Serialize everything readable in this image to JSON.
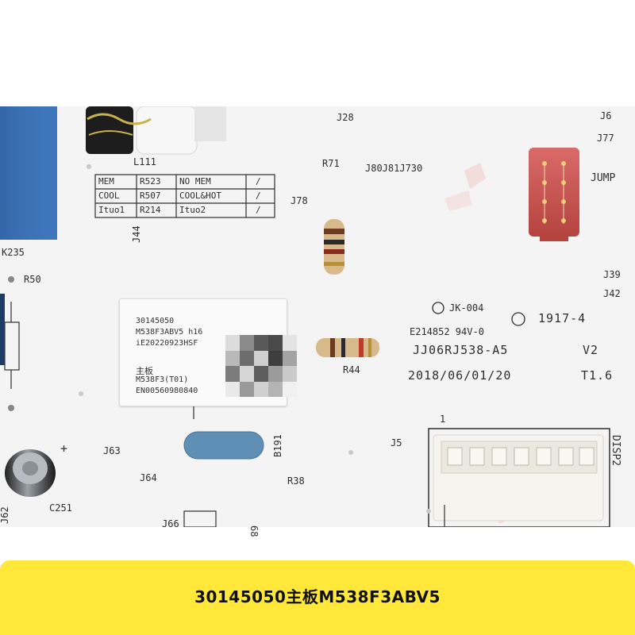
{
  "caption": "30145050主板M538F3ABV5",
  "silkscreen": {
    "table": [
      [
        "MEM",
        "R523",
        "NO MEM",
        "/"
      ],
      [
        "COOL",
        "R507",
        "COOL&HOT",
        "/"
      ],
      [
        "Ituo1",
        "R214",
        "Ituo2",
        "/"
      ]
    ],
    "refs": {
      "l111": "L111",
      "j28": "J28",
      "j6": "J6",
      "j77": "J77",
      "r71": "R71",
      "j80j81j730": "J80J81J730",
      "jump": "JUMP",
      "j78": "J78",
      "k235": "K235",
      "j44": "J44",
      "r50": "R50",
      "j39": "J39",
      "j42": "J42",
      "r44": "R44",
      "j5": "J5",
      "disp2": "DISP2",
      "b191": "B191",
      "j63": "J63",
      "j64": "J64",
      "r38": "R38",
      "j66": "J66",
      "j62": "J62",
      "c251": "C251",
      "j68": "68",
      "plus": "+",
      "pin1": "1"
    },
    "cert": {
      "ul": "JK-004",
      "rating": "E214852 94V-0",
      "date_code": "1917-4",
      "board_id": "JJ06RJ538-A5",
      "version": "V2",
      "build_date": "2018/06/01/20",
      "tool": "T1.6"
    }
  },
  "sticker": {
    "line1": "30145050",
    "line2": "M538F3ABV5 h16",
    "line3": "iE20220923HSF",
    "line4": "主板",
    "line5": "M538F3(T01)",
    "line6": "EN00560980840"
  },
  "colors": {
    "pcb": "#f4f4f4",
    "silk": "#2e2e2e",
    "relay": "#3a72b8",
    "connector": "#cf5a57",
    "band": "#ffe83a"
  }
}
